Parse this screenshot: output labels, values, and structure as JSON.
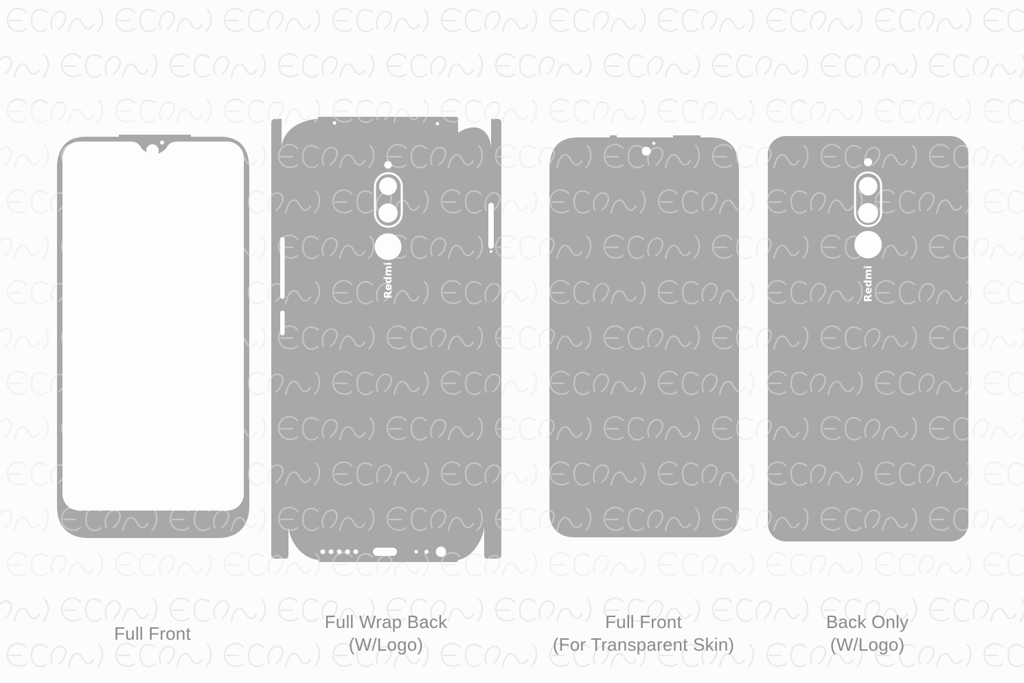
{
  "colors": {
    "page_bg": "#fcfcfc",
    "template_gray": "#a8a8a8",
    "cutout_white": "#fdfdfd",
    "pure_white": "#ffffff",
    "label_text": "#8a8a8a",
    "watermark_line": "#e9e9e9",
    "watermark_overlay": "#ffffff"
  },
  "brand_logo_text": "Redmi",
  "captions": [
    {
      "line1": "Full Front",
      "line2": ""
    },
    {
      "line1": "Full Wrap Back",
      "line2": "(W/Logo)"
    },
    {
      "line1": "Full Front",
      "line2": "(For Transparent Skin)"
    },
    {
      "line1": "Back Only",
      "line2": "(W/Logo)"
    }
  ]
}
